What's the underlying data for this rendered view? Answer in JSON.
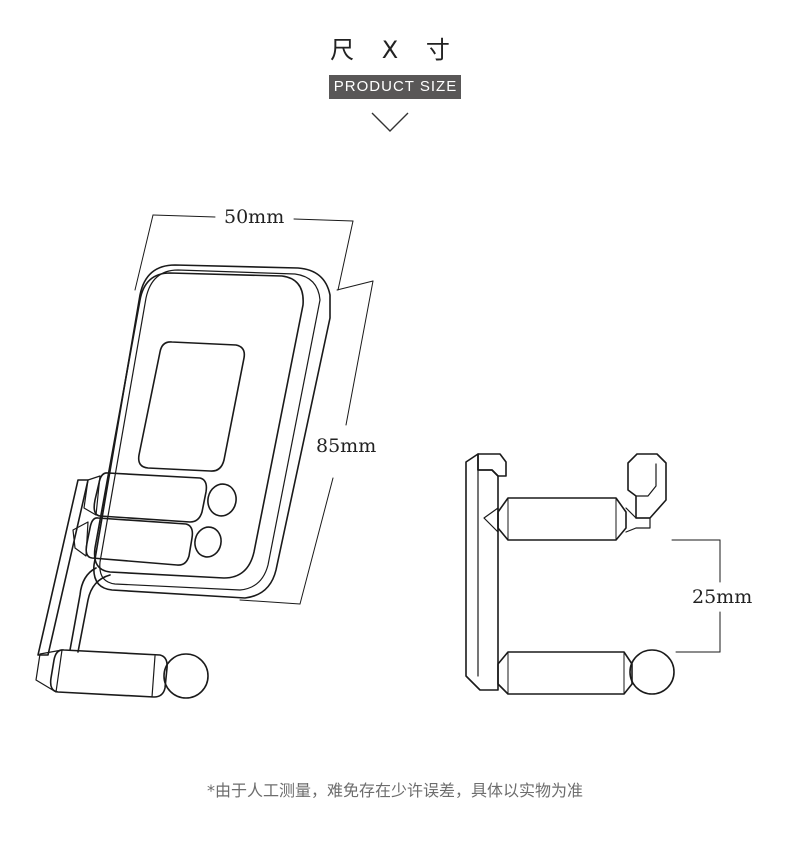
{
  "header": {
    "title": "尺 X 寸",
    "subtitle": "PRODUCT SIZE"
  },
  "dimensions": {
    "width_label": "50mm",
    "height_label": "85mm",
    "gap_label": "25mm"
  },
  "footnote": "*由于人工测量，难免存在少许误差，具体以实物为准",
  "colors": {
    "line": "#1a1a1a",
    "badge": "#595757",
    "note": "#6d6d6d"
  }
}
